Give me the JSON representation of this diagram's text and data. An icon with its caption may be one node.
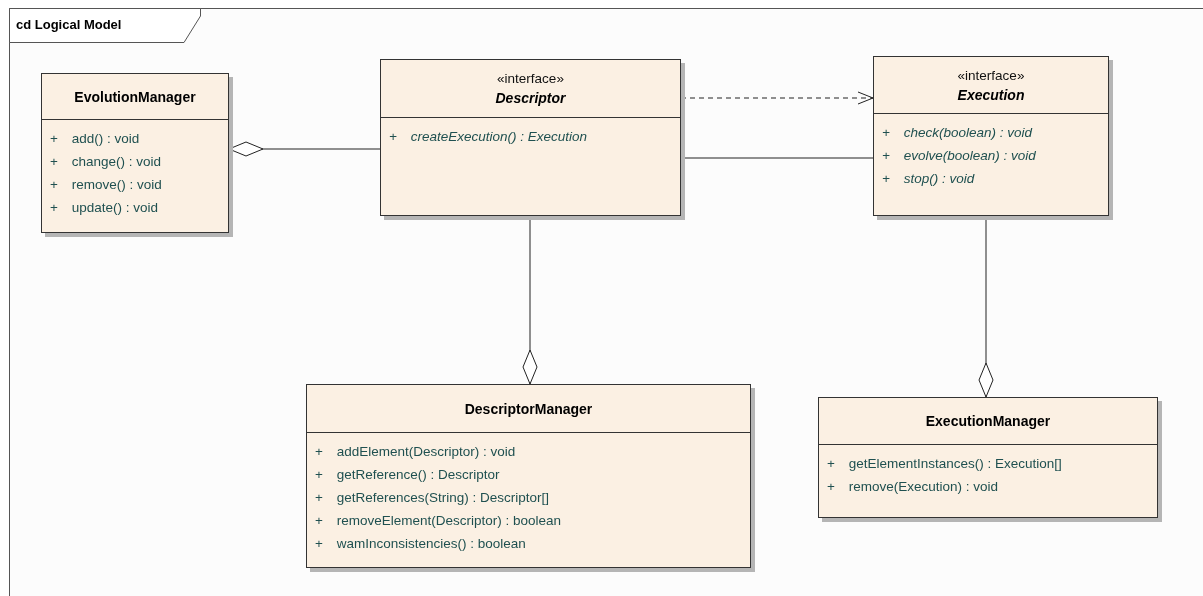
{
  "diagram": {
    "nodes": [
      {
        "text": [
          "cd Logical Model"
        ]
      },
      {
        "text": [
          "EvolutionManager",
          "+ add() : void",
          "+ change() : void",
          "+ remove() : void",
          "+ update() : void"
        ],
        "in": 0
      },
      {
        "text": [
          "«interface»",
          "Descriptor",
          "+ createExecution() : Execution"
        ],
        "in": 0
      },
      {
        "text": [
          "«interface»",
          "Execution",
          "+ check(boolean) : void",
          "+ evolve(boolean) : void",
          "+ stop() : void"
        ],
        "in": 0
      },
      {
        "text": [
          "DescriptorManager",
          "+ addElement(Descriptor) : void",
          "+ getReference() : Descriptor",
          "+ getReferences(String) : Descriptor[]",
          "+ removeElement(Descriptor) : boolean",
          "+ wamInconsistencies() : boolean"
        ],
        "in": 0
      },
      {
        "text": [
          "ExecutionManager",
          "+ getElementInstances() : Execution[]",
          "+ remove(Execution) : void"
        ],
        "in": 0
      }
    ],
    "edges": [
      {
        "from": 1,
        "to": 2,
        "arrow": "other"
      },
      {
        "from": 2,
        "to": 3,
        "arrow": "to",
        "style": "dashed"
      },
      {
        "from": 2,
        "to": 3,
        "arrow": "none"
      },
      {
        "from": 4,
        "to": 2,
        "arrow": "other"
      },
      {
        "from": 5,
        "to": 3,
        "arrow": "other"
      }
    ]
  }
}
